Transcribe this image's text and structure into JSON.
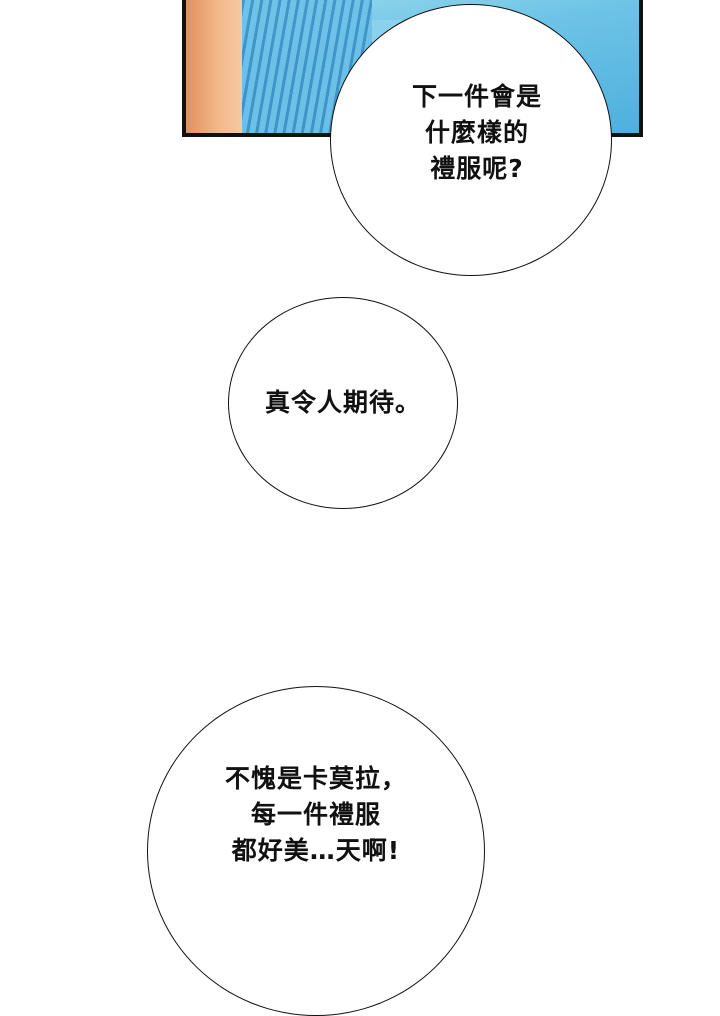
{
  "bubbles": [
    {
      "text": "下一件會是\n什麼樣的\n禮服呢?"
    },
    {
      "text": "真令人期待。"
    },
    {
      "text": "不愧是卡莫拉，\n每一件禮服\n都好美…天啊!"
    }
  ]
}
